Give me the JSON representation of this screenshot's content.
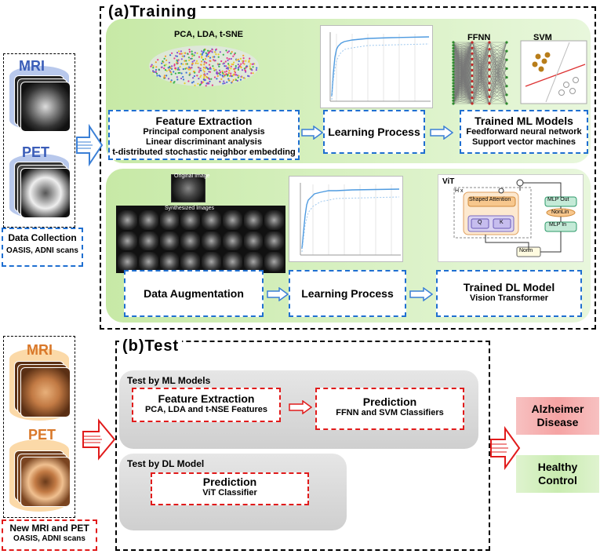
{
  "training": {
    "title": "(a)Training",
    "data_collection": {
      "mri": "MRI",
      "pet": "PET",
      "title": "Data Collection",
      "sub": "OASIS, ADNI scans"
    },
    "row1": {
      "scatter_label": "PCA, LDA, t-SNE",
      "feature": {
        "title": "Feature Extraction",
        "lines": [
          "Principal component analysis",
          "Linear discriminant analysis",
          "t-distributed stochastic neighbor embedding"
        ]
      },
      "learning": "Learning Process",
      "ffnn_label": "FFNN",
      "svm_label": "SVM",
      "models": {
        "title": "Trained ML Models",
        "lines": [
          "Feedforward neural network",
          "Support vector machines"
        ]
      }
    },
    "row2": {
      "original_label": "Original Image",
      "synth_label": "Synthesized Images",
      "augmentation": "Data Augmentation",
      "learning": "Learning Process",
      "vit": {
        "title": "ViT",
        "hx": "H x",
        "shaped_attention": "Shaped Attention",
        "q": "Q",
        "k": "K",
        "mlp_out": "MLP Out",
        "nonlin": "NonLin",
        "mlp_in": "MLP In",
        "norm": "Norm"
      },
      "dl_model": {
        "title": "Trained DL Model",
        "sub": "Vision Transformer"
      }
    }
  },
  "test": {
    "title": "(b)Test",
    "new_data": {
      "mri": "MRI",
      "pet": "PET",
      "title": "New MRI and PET",
      "sub": "OASIS, ADNI scans"
    },
    "ml": {
      "label": "Test by ML Models",
      "feature": {
        "title": "Feature Extraction",
        "sub": "PCA, LDA and t-NSE Features"
      },
      "prediction": {
        "title": "Prediction",
        "sub": "FFNN and SVM Classifiers"
      }
    },
    "dl": {
      "label": "Test by DL Model",
      "prediction": {
        "title": "Prediction",
        "sub": "ViT Classifier"
      }
    },
    "outcomes": {
      "ad": "Alzheimer Disease",
      "hc": "Healthy Control"
    }
  },
  "colors": {
    "blue": "#1f6fd1",
    "red": "#e11b1b",
    "green_panel": "#c7e9a6",
    "gray_panel": "#d6d6d6",
    "ad_box": "#f5a3a3",
    "hc_box": "#c9ecb0"
  }
}
